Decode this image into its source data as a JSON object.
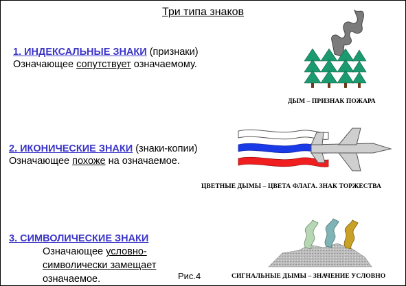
{
  "title": "Три типа знаков",
  "sections": [
    {
      "heading": "1. ИНДЕКСАЛЬНЫЕ ЗНАКИ",
      "paren": " (признаки)",
      "body_before": "Означающее ",
      "body_key": "сопутствует",
      "body_after": " означаемому.",
      "caption": "ДЫМ – ПРИЗНАК ПОЖАРА"
    },
    {
      "heading": "2. ИКОНИЧЕСКИЕ ЗНАКИ",
      "paren": " (знаки-копии)",
      "body_before": "Означающее ",
      "body_key": "похоже",
      "body_after": " на означаемое.",
      "caption": "ЦВЕТНЫЕ ДЫМЫ – ЦВЕТА ФЛАГА. ЗНАК ТОРЖЕСТВА"
    },
    {
      "heading": "3. СИМВОЛИЧЕСКИЕ ЗНАКИ",
      "line1_before": "Означающее ",
      "line1_key": "условно-",
      "line2_key": "символически замещает",
      "line3": "означаемое.",
      "caption": "СИГНАЛЬНЫЕ ДЫМЫ – ЗНАЧЕНИЕ УСЛОВНО"
    }
  ],
  "figure_label": "Рис.4",
  "colors": {
    "heading": "#3b35c8",
    "tree": "#1a9a6e",
    "smoke_gray": "#7b7b7b",
    "flag_white": "#ffffff",
    "flag_blue": "#1a3ae8",
    "flag_red": "#f01e1e",
    "plane": "#cfcfcf",
    "signal_smoke": [
      "#b7d7b4",
      "#7fb3b6",
      "#c9a126"
    ]
  }
}
